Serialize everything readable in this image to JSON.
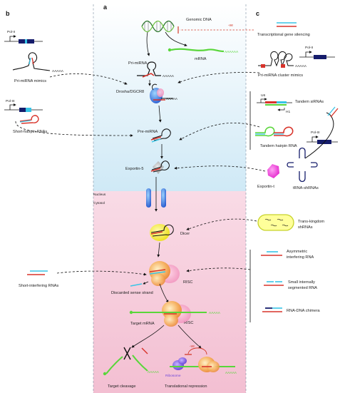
{
  "panels": {
    "a": "a",
    "b": "b",
    "c": "c"
  },
  "labels": {
    "genomic_dna": "Genomic DNA",
    "ve_top": "-ve",
    "transcriptional_silencing": "Transcriptional gene silencing",
    "mrna": "mRNA",
    "pri_mirna": "Pri-miRNA",
    "polii_b": "Pol-II",
    "polii_c": "Pol-II",
    "pri_mirna_mimics": "Pri-miRNA mimics",
    "aaaaa_b": "AAAAA",
    "aaaaa_mrna": "AAAAAA",
    "aaaaa_pri_mirna": "AAAAA",
    "aaaaa_drosha": "AAAAA",
    "aaaaa_cluster": "AAAAA",
    "pri_mirna_cluster_mimics": "Pri-miRNA cluster mimics",
    "drosha": "Drosha/DGCR8",
    "u6": "U6",
    "h1": "H1",
    "tandem_sirnas": "Tandem siRNAs",
    "poliii_b": "Pol-III",
    "poliii_c": "Pol-III",
    "short_hairpin": "Short-hairpin RNAs",
    "pre_mirna": "Pre-miRNA",
    "tandem_hairpin": "Tandem hairpin RNA",
    "exportin5": "Exportin-5",
    "exportin_t": "Exportin-t",
    "trna_shrnas": "tRNA-shRNAs",
    "nucleus": "Nucleus",
    "cytosol": "Cytosol",
    "dicer": "Dicer",
    "trans_kingdom_1": "Trans-kingdom",
    "trans_kingdom_2": "shRNAs",
    "short_interfering": "Short-interfering RNAs",
    "asym_1": "Asymmetric",
    "asym_2": "interfering RNA",
    "risc1": "RISC",
    "small_seg_1": "Small internally",
    "small_seg_2": "segmented RNA",
    "discarded": "Discarded sense strand",
    "rna_dna": "RNA-DNA chimera",
    "target_mrna": "Target mRNA",
    "risc2": "RISC",
    "aaaaa_target": "AAAAA",
    "ve_bottom": "-ve",
    "ribosome": "Ribosome",
    "aaaaa_cleave": "AAAAA",
    "aaaaa_repress": "AAAAA",
    "target_cleavage": "Target cleavage",
    "translational_repression": "Translational repression"
  },
  "colors": {
    "nucleus_bg": "#dff0f8",
    "cytosol_bg": "#f7d7e2",
    "guide_cyan": "#38c4e6",
    "passenger_red": "#d8332a",
    "promoter_navy": "#151c6b",
    "mrna_green": "#59d63a",
    "dicer_yellow": "#f0ea2c",
    "risc_orange": "#f4a048",
    "exportin_t_magenta": "#ef3fd8",
    "ribosome_purple": "#7a55e0",
    "nuclear_pore_blue": "#3060c8"
  }
}
